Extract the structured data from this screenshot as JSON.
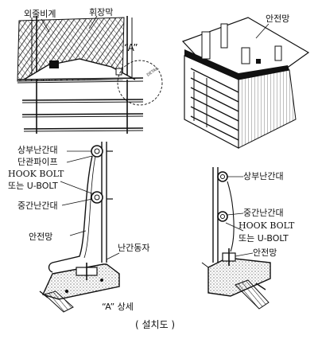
{
  "labels": {
    "outer_scaffold": "외줄비계",
    "screen_cover": "휘장막",
    "mark_a": "“A”",
    "safety_net_top": "안전망",
    "top_rail_left": "상부난간대",
    "single_pipe": "단관파이프",
    "hook_bolt_left": "HOOK BOLT",
    "or_ubolt_left": "또는 U-BOLT",
    "mid_rail_left": "중간난간대",
    "safety_net_left": "안전망",
    "rail_post": "난간동자",
    "detail_a": "“A” 상세",
    "top_rail_right": "상부난간대",
    "mid_rail_right": "중간난간대",
    "hook_bolt_right": "HOOK BOLT",
    "or_ubolt_right": "또는 U-BOLT",
    "safety_net_right": "안전망",
    "caption": "( 설치도 )"
  }
}
